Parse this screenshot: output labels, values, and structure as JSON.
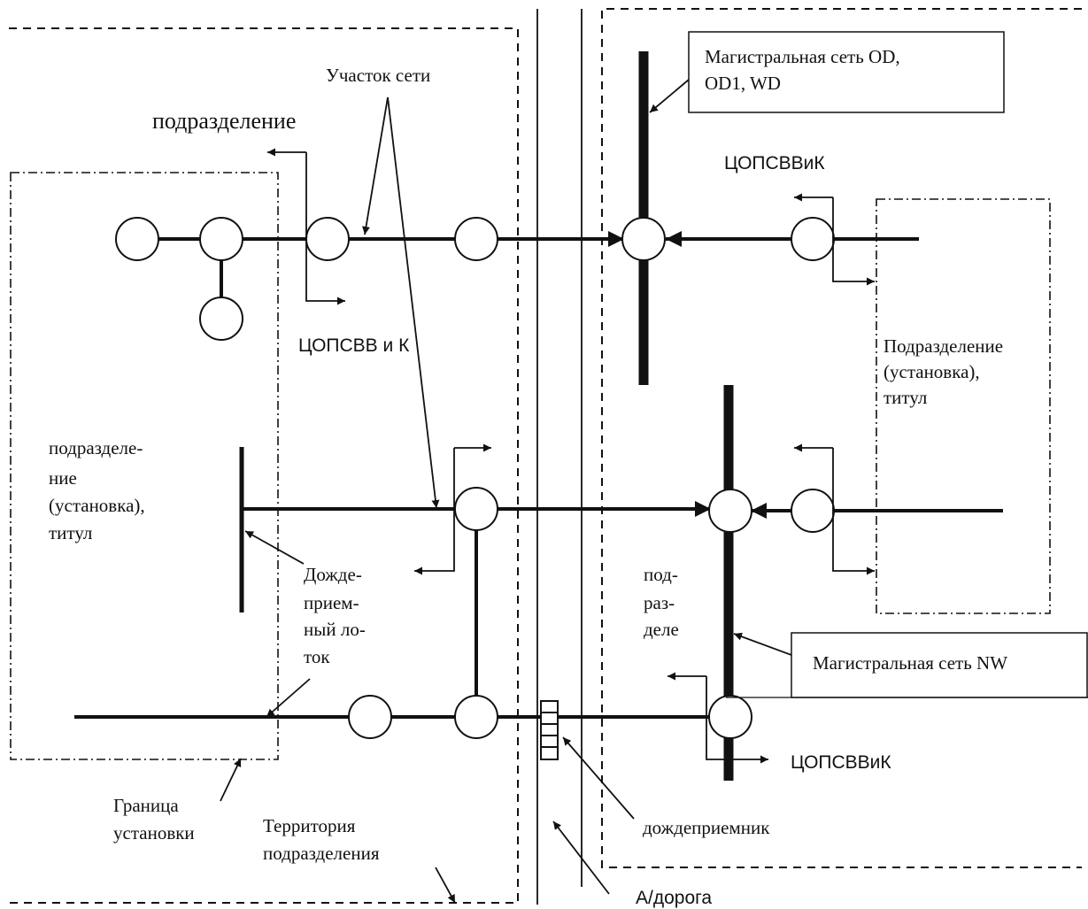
{
  "diagram": {
    "labels": {
      "uchastok": "Участок сети",
      "podrazdelenie_top": "подразделение",
      "magistral_od_line1": "Магистральная сеть OD,",
      "magistral_od_line2": "OD1,  WD",
      "tsopsvvik_top": "ЦОПСВВиК",
      "tsopsvv_i_k": "ЦОПСВВ и К",
      "podraz_right_1": "Подразделение",
      "podraz_right_2": "(установка),",
      "podraz_right_3": "титул",
      "podraz_left_1": "подразделе-",
      "podraz_left_2": "ние",
      "podraz_left_3": "(установка),",
      "podraz_left_4": "титул",
      "dozhd_lotok_1": "Дожде-",
      "dozhd_lotok_2": "прием-",
      "dozhd_lotok_3": "ный ло-",
      "dozhd_lotok_4": "ток",
      "pod_1": "под-",
      "pod_2": "раз-",
      "pod_3": "деле",
      "magistral_nw": "Магистральная сеть NW",
      "tsopsvvik_bottom": "ЦОПСВВиК",
      "granitsa_1": "Граница",
      "granitsa_2": "установки",
      "territoriya_1": "Территория",
      "territoriya_2": "подразделения",
      "dozhdepriemnik": "дождеприемник",
      "adoroga": "А/дорога"
    }
  }
}
